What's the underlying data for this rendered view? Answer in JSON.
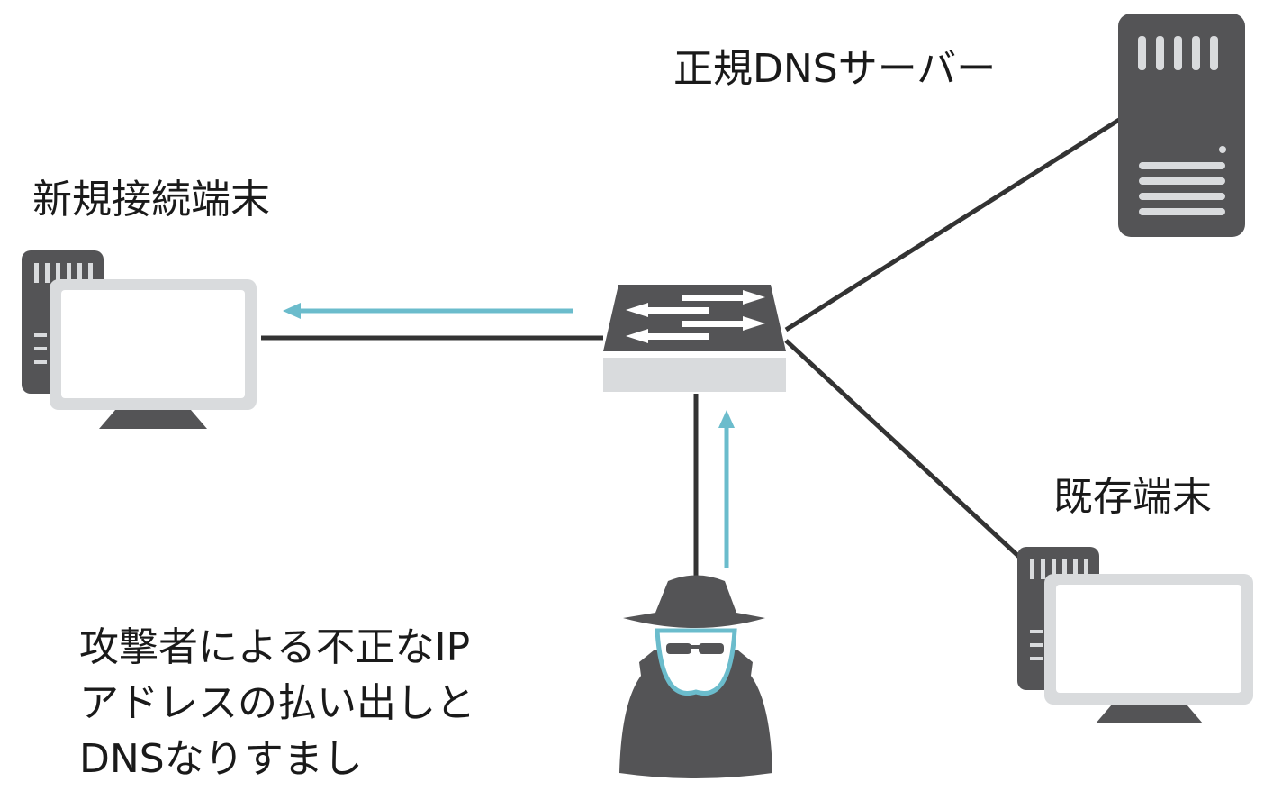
{
  "labels": {
    "dns_server": "正規DNSサーバー",
    "new_terminal": "新規接続端末",
    "existing_terminal": "既存端末",
    "attacker_lines": [
      "攻撃者による不正なIP",
      "アドレスの払い出しと",
      "DNSなりすまし"
    ]
  },
  "icons": [
    "server-icon",
    "network-switch-icon",
    "desktop-computer-icon",
    "attacker-spy-icon"
  ],
  "colors": {
    "icon": "#545456",
    "icon_light": "#d9dbdd",
    "arrow": "#6bbccc",
    "line": "#333333"
  }
}
